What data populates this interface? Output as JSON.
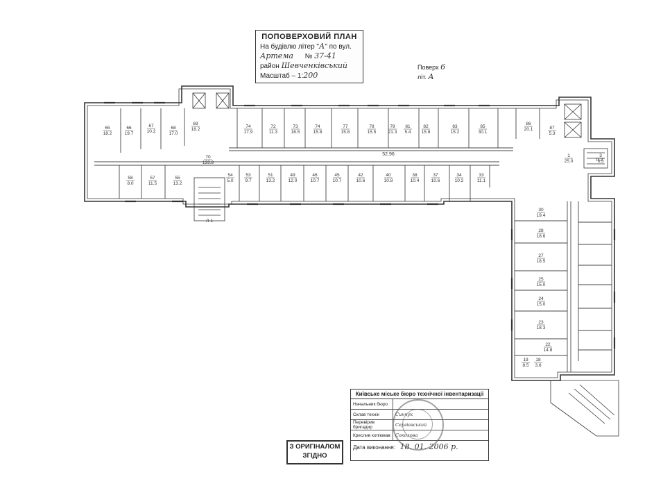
{
  "title_block": {
    "heading": "ПОПОВЕРХОВИЙ ПЛАН",
    "building_prefix": "На будівлю літер \"",
    "building_letter": "А",
    "building_suffix": "\" по вул.",
    "street": "Артема",
    "number_prefix": "№",
    "number": "37-41",
    "district_prefix": "район",
    "district": "Шевченківський",
    "scale_prefix": "Масштаб – 1:",
    "scale": "200"
  },
  "sheet_info": {
    "floor_prefix": "Поверх",
    "floor": "6",
    "letter_prefix": "літ.",
    "letter": "А"
  },
  "rooms": [
    {
      "no": "65",
      "area": "18.2"
    },
    {
      "no": "66",
      "area": "19.7"
    },
    {
      "no": "67",
      "area": "10.2"
    },
    {
      "no": "68",
      "area": "17.0"
    },
    {
      "no": "69",
      "area": "18.2"
    },
    {
      "no": "74",
      "area": "17.9"
    },
    {
      "no": "72",
      "area": "11.3"
    },
    {
      "no": "73",
      "area": "16.5"
    },
    {
      "no": "74",
      "area": "15.8"
    },
    {
      "no": "77",
      "area": "15.8"
    },
    {
      "no": "78",
      "area": "15.5"
    },
    {
      "no": "79",
      "area": "21.3"
    },
    {
      "no": "81",
      "area": "5.4"
    },
    {
      "no": "82",
      "area": "15.8"
    },
    {
      "no": "83",
      "area": "15.2"
    },
    {
      "no": "85",
      "area": "30.1"
    },
    {
      "no": "86",
      "area": "20.1"
    },
    {
      "no": "87",
      "area": "5.3"
    },
    {
      "no": "70",
      "area": "133.8"
    },
    {
      "no": "1",
      "area": "25.0"
    },
    {
      "no": "58",
      "area": "8.0"
    },
    {
      "no": "57",
      "area": "11.5"
    },
    {
      "no": "55",
      "area": "13.2"
    },
    {
      "no": "54",
      "area": "5.0"
    },
    {
      "no": "53",
      "area": "9.7"
    },
    {
      "no": "51",
      "area": "13.2"
    },
    {
      "no": "49",
      "area": "12.0"
    },
    {
      "no": "46",
      "area": "10.7"
    },
    {
      "no": "45",
      "area": "10.7"
    },
    {
      "no": "42",
      "area": "10.6"
    },
    {
      "no": "40",
      "area": "10.8"
    },
    {
      "no": "38",
      "area": "10.4"
    },
    {
      "no": "37",
      "area": "10.6"
    },
    {
      "no": "34",
      "area": "10.2"
    },
    {
      "no": "33",
      "area": "11.1"
    },
    {
      "no": "30",
      "area": "19.4"
    },
    {
      "no": "28",
      "area": "18.6"
    },
    {
      "no": "27",
      "area": "18.5"
    },
    {
      "no": "25",
      "area": "15.0"
    },
    {
      "no": "24",
      "area": "15.0"
    },
    {
      "no": "23",
      "area": "18.3"
    },
    {
      "no": "22",
      "area": "14.8"
    },
    {
      "no": "18",
      "area": "3.6"
    },
    {
      "no": "19",
      "area": "8.5"
    },
    {
      "no": "3",
      "area": "6.3"
    }
  ],
  "corridor_length": "52.96",
  "stair_labels": [
    "Л-1",
    "Л-2"
  ],
  "inventory_stamp": {
    "header": "Київське міське бюро технічної інвентаризації",
    "rows": [
      {
        "label": "Начальник бюро",
        "signature": ""
      },
      {
        "label": "Склав технік",
        "signature": "Синчук"
      },
      {
        "label": "Перевірив бригадир",
        "signature": "Сергієвський"
      },
      {
        "label": "Креслив копіював",
        "signature": "Соколова"
      }
    ],
    "date_label": "Дата виконання:",
    "date_value": "18. 01. 2006 р."
  },
  "original_stamp": {
    "line1": "З ОРИГІНАЛОМ",
    "line2": "ЗГІДНО"
  }
}
